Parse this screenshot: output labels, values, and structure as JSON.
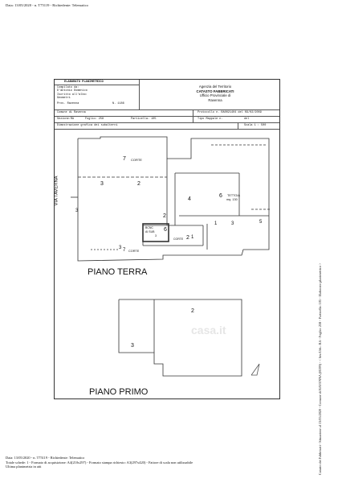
{
  "page": {
    "top_note": "Data: 13/05/2020 - n. T75119 - Richiedente: Telematico",
    "footer_lines": [
      "Data: 13/05/2020 - n. T75119 - Richiedente: Telematico",
      "Totale schede: 1 - Formato di acquisizione: A4(210x297) - Formato stampa richiesto: A3(297x420) - Fattore di scala non utilizzabile",
      "Ultima planimetria in atti"
    ],
    "side_text": "Catasto dei Fabbricati - Situazione al 13/05/2020 - Comune di RAVENNA (H199) - < Sez.Urb.: RA - Foglio: 258 - Particella: 105 - Elaborato planimetrico >"
  },
  "sheet": {
    "title_box": "ELABORATO PLANIMETRICO",
    "compiled_by": "Compilato da:",
    "compiler_name": "D'antonio Domenico",
    "registered": "Iscritto all'albo:",
    "profession": "Geometri",
    "prov_label": "Prov. Ravenna",
    "number": "N. 1186",
    "agency_lines": [
      "Agenzia del Territorio",
      "CATASTO FABBRICATI",
      "Ufficio Provinciale di",
      "Ravenna"
    ],
    "comune": "Comune di Ravenna",
    "section": "Sezione:RA",
    "foglio": "Foglio: 258",
    "particella": "Particella: 105",
    "protocol": "Protocollo n. RA0021404 del 09/02/2009",
    "tipo_mappale": "Tipo Mappale n.",
    "tipo_del": "del",
    "dimostrazione": "Dimostrazione grafica dei subalterni",
    "scala": "Scala 1 : 500"
  },
  "plan": {
    "street": "VIA TAVERNA",
    "ground_floor": "PIANO TERRA",
    "first_floor": "PIANO PRIMO",
    "labels": [
      "7",
      "CORTE",
      "3",
      "2",
      "4",
      "6",
      "TETTOIA",
      "mq. 130",
      "1",
      "3",
      "5",
      "3",
      "2",
      "2",
      "1",
      "6",
      "CORTE",
      "7",
      "3"
    ],
    "sub_label_a": "BCNC",
    "sub_label_b": "AI SUB",
    "sub_label_c": "3",
    "sub_corte": "CORTE",
    "upper_2": "2",
    "upper_3": "3",
    "watermark": "casa.it"
  }
}
